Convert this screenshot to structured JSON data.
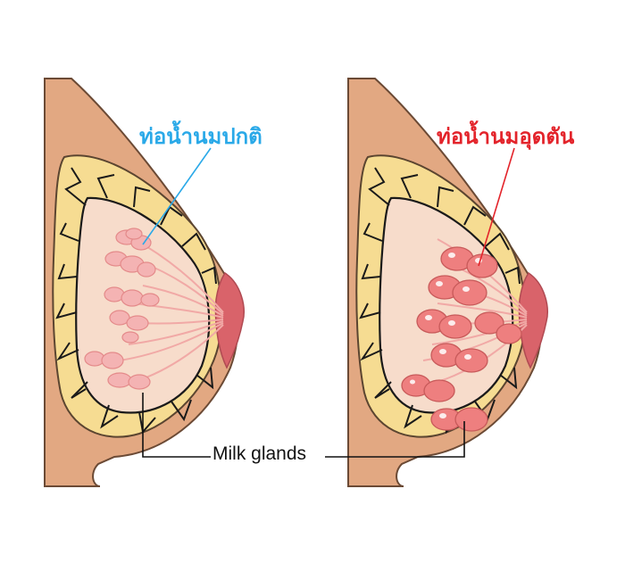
{
  "labels": {
    "normal_duct": "ท่อน้ำนมปกติ",
    "blocked_duct": "ท่อน้ำนมอุดตัน",
    "milk_glands": "Milk glands"
  },
  "colors": {
    "skin": "#e2a882",
    "skin_outline": "#6b4a35",
    "fat": "#f6dc92",
    "tissue": "#f7dccb",
    "lobule_normal": "#f4b3b3",
    "lobule_blocked": "#ee7f7f",
    "nipple": "#d9636a",
    "normal_label": "#2aa9e8",
    "blocked_label": "#e3242b",
    "leader_line": "#111111"
  }
}
